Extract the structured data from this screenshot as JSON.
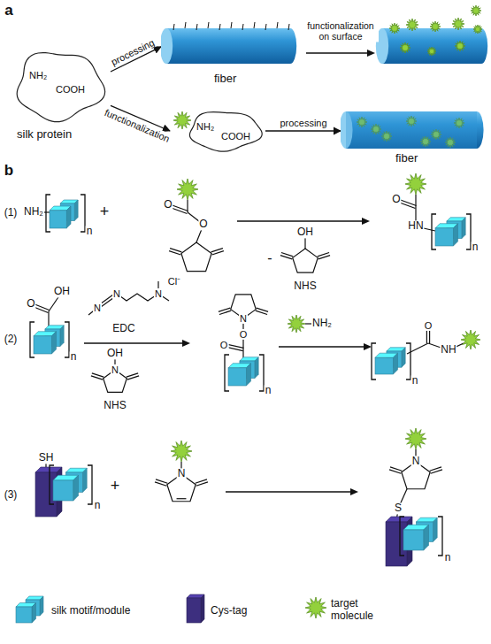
{
  "diagram": {
    "nodes": [
      {
        "text": [
          "NH₂",
          "COOH",
          "silk protein"
        ]
      },
      {
        "text": [
          "fiber"
        ]
      },
      {
        "text": [
          "NH₂",
          "COOH"
        ]
      },
      {
        "text": [
          "fiber"
        ]
      }
    ],
    "edges": [
      {
        "from": 0,
        "to": 1,
        "arrow": "to",
        "label": "processing"
      },
      {
        "from": 0,
        "to": 2,
        "arrow": "to",
        "label": "functionalization"
      },
      {
        "from": 2,
        "to": 3,
        "arrow": "to",
        "label": "processing"
      }
    ],
    "labels": [
      "a",
      "functionalization on surface",
      "b",
      "(1)",
      "NH₂",
      "n",
      "+",
      "O",
      "O",
      "-",
      "OH",
      "NHS",
      "O",
      "HN",
      "n",
      "(2)",
      "O",
      "OH",
      "n",
      "N",
      "N",
      "N",
      "Cl⁻",
      "EDC",
      "OH",
      "N",
      "NHS",
      "N",
      "O",
      "O",
      "n",
      "NH₂",
      "O",
      "NH",
      "n",
      "(3)",
      "SH",
      "n",
      "+",
      "N",
      "N",
      "S",
      "n"
    ],
    "legend": [
      {
        "text": "silk motif/module",
        "color": "#3fb3d6"
      },
      {
        "text": "Cys-tag",
        "color": "#3d2f7f"
      },
      {
        "text": "target molecule"
      }
    ]
  }
}
